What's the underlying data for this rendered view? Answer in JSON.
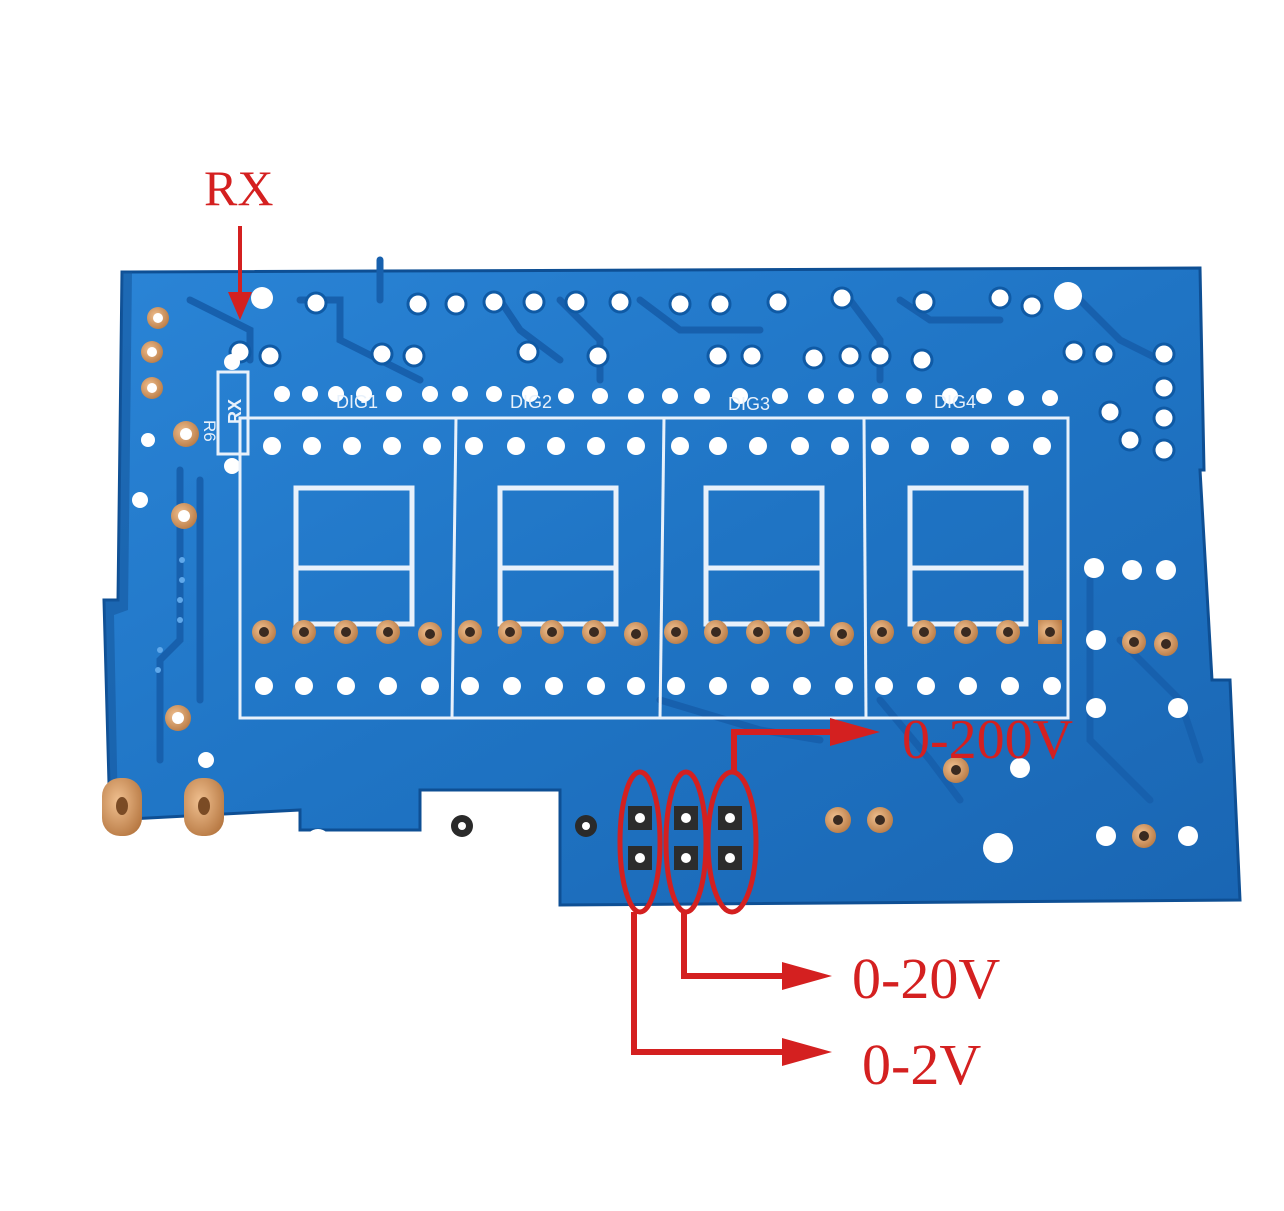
{
  "annotations": {
    "rx_label": "RX",
    "range_200": "0-200V",
    "range_20": "0-20V",
    "range_2": "0-2V"
  },
  "silkscreen": {
    "resistor_ref": "R6",
    "resistor_value": "RX",
    "digit_refs": [
      "DIG1",
      "DIG2",
      "DIG3",
      "DIG4"
    ]
  },
  "colors": {
    "pcb_blue": "#1f74c4",
    "pcb_edge": "#0e4f94",
    "silkscreen": "#e8f1fb",
    "pad_copper": "#c98a5a",
    "annotation_red": "#d42020"
  }
}
